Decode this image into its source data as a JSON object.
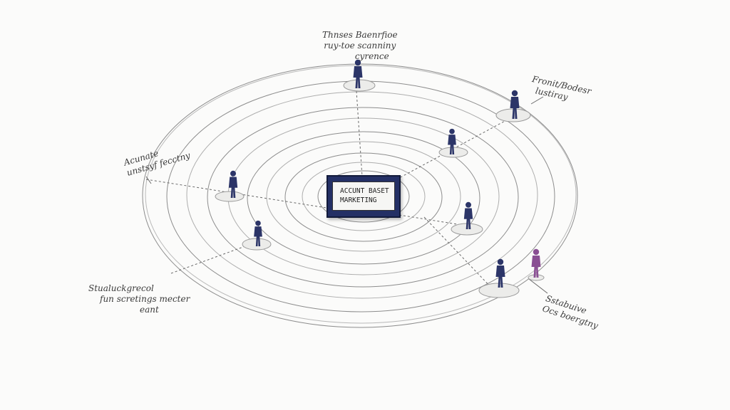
{
  "diagram": {
    "center_label": [
      "ACCUNT BASET",
      "MARKETING"
    ],
    "colors": {
      "figure": "#2c3568",
      "figure_accent": "#8a4f93",
      "center_box": "#243065",
      "rings": "#8d8d8d",
      "connector": "#6a6a6a"
    }
  },
  "annotations": {
    "top": [
      "Thnses Baenrfioe",
      "ruy-toe scanniny",
      "cyrence"
    ],
    "top_right": [
      "Fronit/Bodesr",
      "lustiray"
    ],
    "left": [
      "Acunate",
      "unstsyf fecctny"
    ],
    "bottom_left": [
      "Stualuckgrecol",
      "fun scretings mecter",
      "eant"
    ],
    "bottom_right": [
      "Sstabuive",
      "Ocs boergtny"
    ]
  }
}
